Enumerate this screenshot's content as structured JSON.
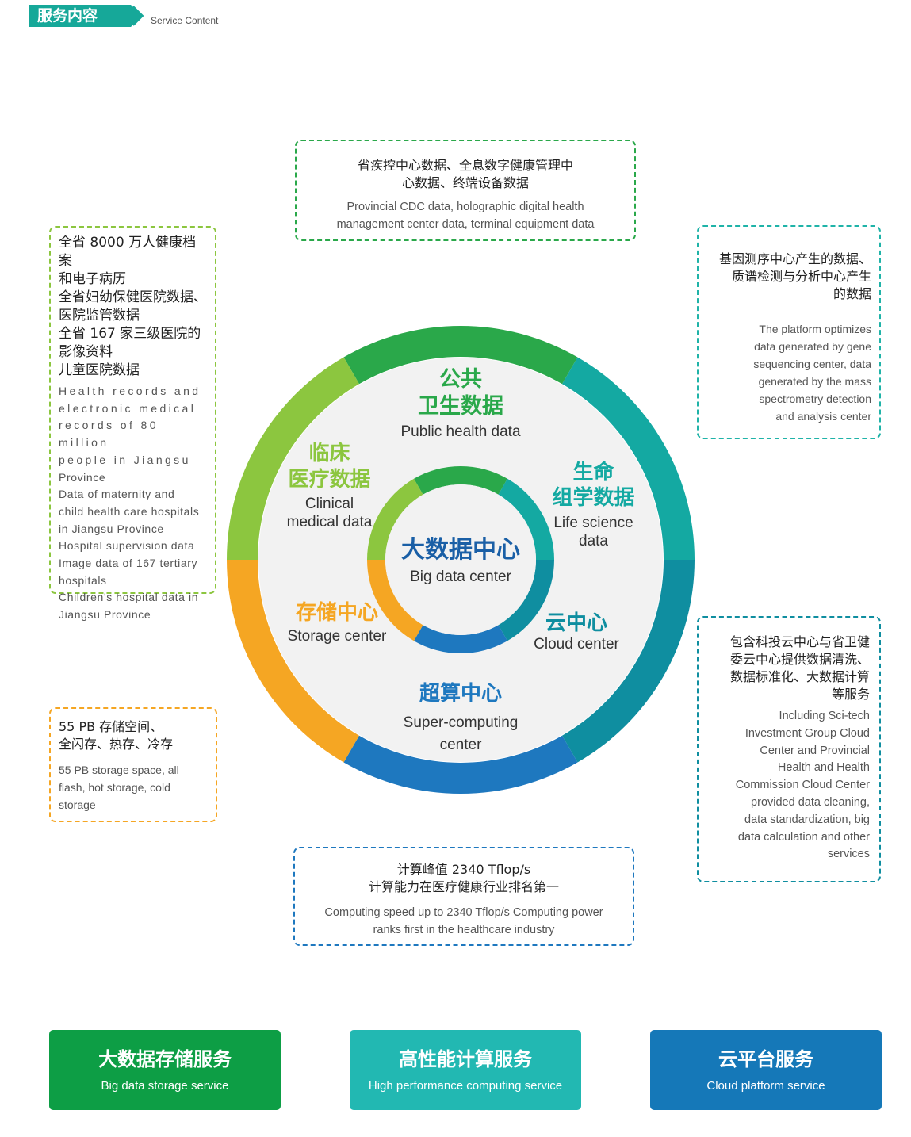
{
  "header": {
    "tag": "服务内容",
    "subtitle": "Service Content"
  },
  "colors": {
    "public_health": "#2aa84a",
    "life_science": "#14a9a2",
    "cloud": "#0f8ea0",
    "supercomputing": "#1e78bf",
    "storage": "#f5a623",
    "clinical": "#8cc63f",
    "center": "#1a5fa6"
  },
  "ring_segments": [
    {
      "name": "public-health",
      "color": "#2aa84a"
    },
    {
      "name": "life-science",
      "color": "#14a9a2"
    },
    {
      "name": "cloud",
      "color": "#0f8ea0"
    },
    {
      "name": "supercomputing",
      "color": "#1e78bf"
    },
    {
      "name": "storage",
      "color": "#f5a623"
    },
    {
      "name": "clinical",
      "color": "#8cc63f"
    }
  ],
  "center": {
    "zh": "大数据中心",
    "en": "Big data center"
  },
  "sectors": {
    "public_health": {
      "zh1": "公共",
      "zh2": "卫生数据",
      "en": "Public health data"
    },
    "life_science": {
      "zh1": "生命",
      "zh2": "组学数据",
      "en1": "Life science",
      "en2": "data"
    },
    "cloud": {
      "zh": "云中心",
      "en": "Cloud center"
    },
    "supercomputing": {
      "zh": "超算中心",
      "en1": "Super-computing",
      "en2": "center"
    },
    "storage": {
      "zh": "存储中心",
      "en": "Storage center"
    },
    "clinical": {
      "zh1": "临床",
      "zh2": "医疗数据",
      "en1": "Clinical",
      "en2": "medical data"
    }
  },
  "boxes": {
    "top": {
      "zh": [
        "省疾控中心数据、全息数字健康管理中",
        "心数据、终端设备数据"
      ],
      "en": [
        "Provincial CDC data, holographic digital health",
        "management center data, terminal equipment data"
      ]
    },
    "left": {
      "zh": [
        "全省 8000 万人健康档案",
        "和电子病历",
        "全省妇幼保健医院数据、",
        "医院监管数据",
        "全省 167 家三级医院的",
        "影像资料",
        "儿童医院数据"
      ],
      "en_wide": [
        "Health records and",
        "electronic medical",
        "records of 80 million",
        "people in Jiangsu"
      ],
      "en": [
        "Province",
        "Data of maternity and",
        "child health care hospitals",
        "in Jiangsu Province",
        "Hospital supervision data",
        "Image data of 167 tertiary",
        "hospitals",
        "Children's hospital data in",
        "Jiangsu Province"
      ]
    },
    "right1": {
      "zh": [
        "基因测序中心产生的数据、",
        "质谱检测与分析中心产生",
        "的数据"
      ],
      "en": [
        "The platform optimizes",
        "data generated by gene",
        "sequencing center, data",
        "generated by the mass",
        "spectrometry detection",
        "and analysis center"
      ]
    },
    "right2": {
      "zh": [
        "包含科投云中心与省卫健",
        "委云中心提供数据清洗、",
        "数据标准化、大数据计算",
        "等服务"
      ],
      "en": [
        "Including Sci-tech",
        "Investment Group Cloud",
        "Center and Provincial",
        "Health and Health",
        "Commission Cloud Center",
        "provided data cleaning,",
        "data standardization, big",
        "data calculation and other",
        "services"
      ]
    },
    "storage": {
      "zh": [
        "55 PB 存储空间、",
        "全闪存、热存、冷存"
      ],
      "en": [
        "55 PB storage space, all",
        "flash, hot storage, cold",
        "storage"
      ]
    },
    "bottom": {
      "zh": [
        "计算峰值 2340 Tflop/s",
        "计算能力在医疗健康行业排名第一"
      ],
      "en": [
        "Computing speed up to 2340 Tflop/s Computing power",
        "ranks first in the healthcare industry"
      ]
    }
  },
  "services": [
    {
      "zh": "大数据存储服务",
      "en": "Big data storage service"
    },
    {
      "zh": "高性能计算服务",
      "en": "High performance computing service"
    },
    {
      "zh": "云平台服务",
      "en": "Cloud platform service"
    }
  ]
}
